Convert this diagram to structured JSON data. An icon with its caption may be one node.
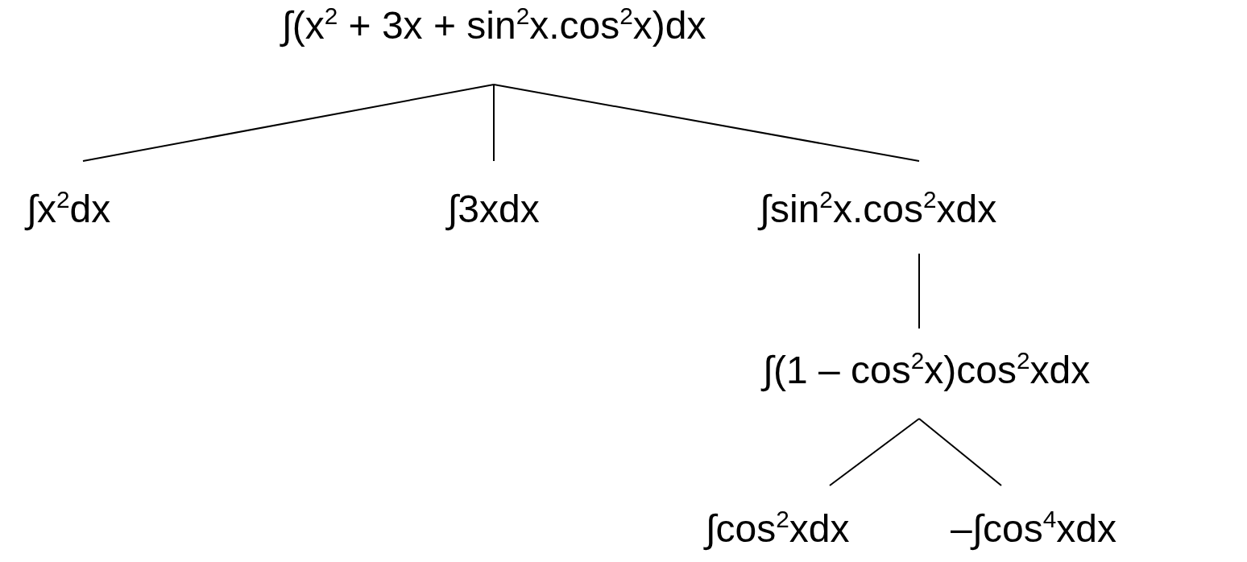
{
  "diagram": {
    "nodes": [
      {
        "text": [
          "∫(x$^{2}$ + 3x + sin$^{2}$x.cos$^{2}$x)dx"
        ]
      },
      {
        "text": [
          "∫x$^{2}$dx"
        ]
      },
      {
        "text": [
          "∫3xdx"
        ]
      },
      {
        "text": [
          "∫sin$^{2}$x.cos$^{2}$xdx"
        ]
      },
      {
        "text": [
          "∫(1 – cos$^{2}$x)cos$^{2}$xdx"
        ]
      },
      {
        "text": [
          "∫cos$^{2}$xdx"
        ]
      },
      {
        "text": [
          "–∫cos$^{4}$xdx"
        ]
      }
    ],
    "edges": [
      {
        "from": 0,
        "to": 1,
        "arrow": "none"
      },
      {
        "from": 0,
        "to": 2,
        "arrow": "none"
      },
      {
        "from": 0,
        "to": 3,
        "arrow": "none"
      },
      {
        "from": 3,
        "to": 4,
        "arrow": "none"
      },
      {
        "from": 4,
        "to": 5,
        "arrow": "none"
      },
      {
        "from": 4,
        "to": 6,
        "arrow": "none"
      }
    ]
  }
}
